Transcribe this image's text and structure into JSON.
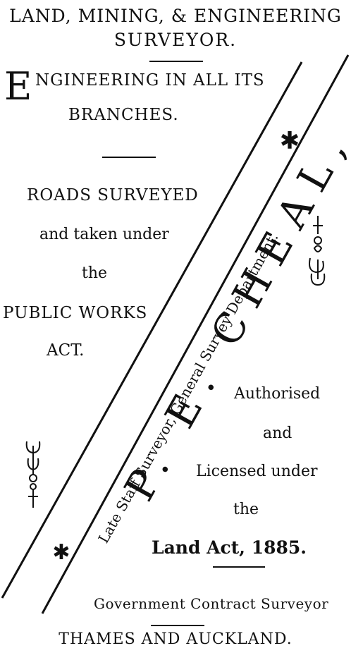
{
  "header": {
    "line1": "LAND, MINING, & ENGINEERING",
    "line2": "SURVEYOR."
  },
  "engineering": {
    "initial": "E",
    "rest": "NGINEERING IN ALL ITS",
    "line2": "BRANCHES."
  },
  "roads": {
    "line1": "ROADS SURVEYED",
    "line2": "and taken under",
    "line3": "the",
    "line4": "PUBLIC WORKS",
    "line5": "ACT."
  },
  "name_band": {
    "name": "P. E. CHEAL,",
    "subtitle": "Late Staff Surveyor, General Survey Department."
  },
  "land_act": {
    "line1": "Authorised",
    "line2": "and",
    "line3": "Licensed under",
    "line4": "the",
    "line5": "Land Act, 1885."
  },
  "footer": {
    "contract": "Government Contract Surveyor",
    "place": "THAMES AND AUCKLAND."
  },
  "ornaments": [
    "star-ornament-icon",
    "scroll-ornament-icon"
  ]
}
